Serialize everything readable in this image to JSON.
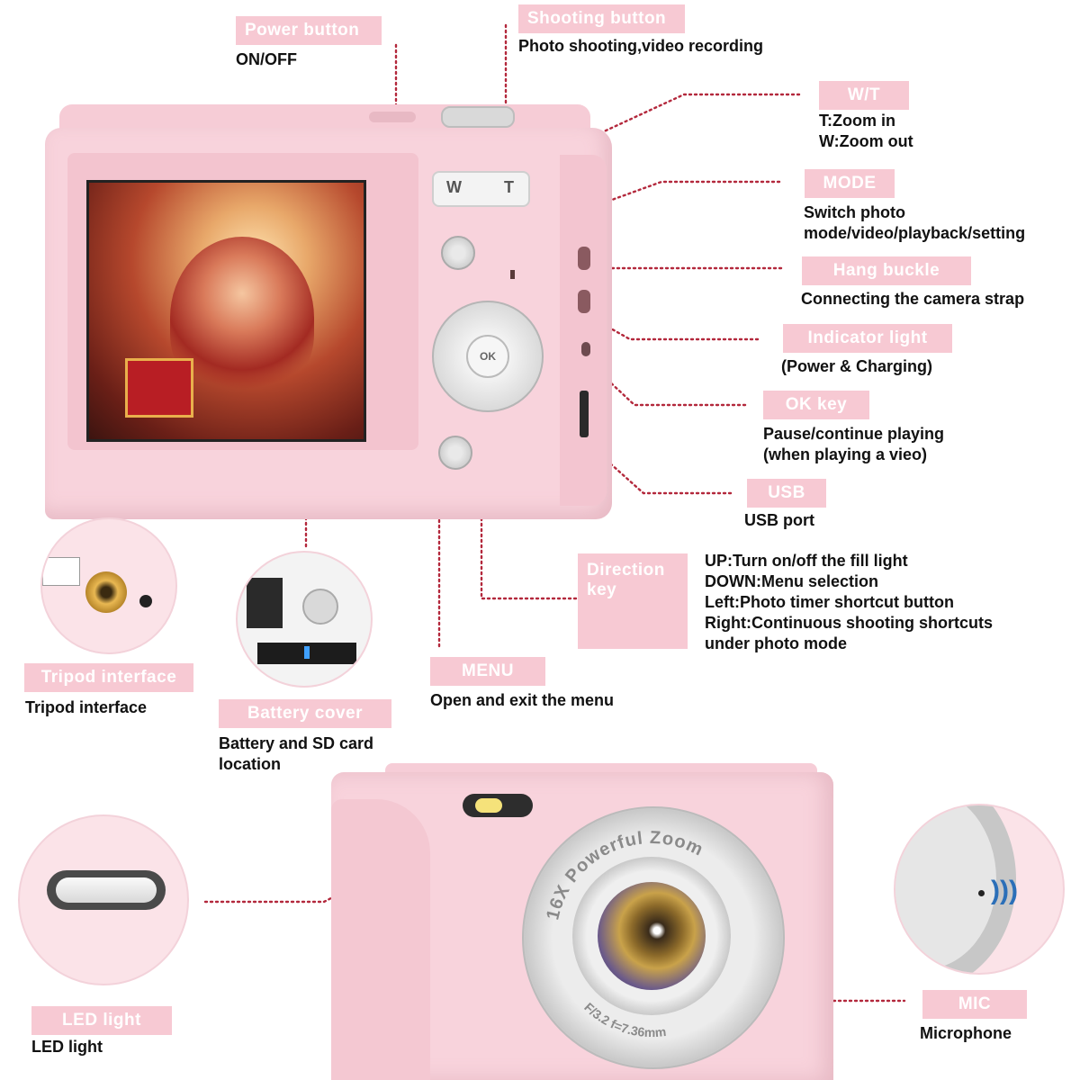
{
  "callouts": {
    "power": {
      "tag": "Power button",
      "desc": "ON/OFF"
    },
    "shooting": {
      "tag": "Shooting button",
      "desc": "Photo shooting,video recording"
    },
    "wt": {
      "tag": "W/T",
      "desc": "T:Zoom in\nW:Zoom out"
    },
    "mode": {
      "tag": "MODE",
      "desc": "Switch photo\nmode/video/playback/setting"
    },
    "hang": {
      "tag": "Hang buckle",
      "desc": "Connecting the camera strap"
    },
    "indicator": {
      "tag": "Indicator light",
      "desc": "(Power & Charging)"
    },
    "ok": {
      "tag": "OK key",
      "desc": "Pause/continue playing\n(when playing a vieo)"
    },
    "usb": {
      "tag": "USB",
      "desc": "USB port"
    },
    "direction": {
      "tag": "Direction\nkey",
      "desc": "UP:Turn on/off the fill light\nDOWN:Menu selection\nLeft:Photo timer shortcut button\nRight:Continuous shooting shortcuts\nunder photo mode"
    },
    "menu": {
      "tag": "MENU",
      "desc": "Open and exit the menu"
    },
    "tripod": {
      "tag": "Tripod interface",
      "desc": "Tripod interface"
    },
    "battery": {
      "tag": "Battery cover",
      "desc": "Battery and SD card\nlocation"
    },
    "led": {
      "tag": "LED light",
      "desc": "LED light"
    },
    "mic": {
      "tag": "MIC",
      "desc": "Microphone"
    }
  },
  "camera": {
    "zoom_w": "W",
    "zoom_t": "T",
    "ok_label": "OK",
    "lens_ring_text": "16X Powerful Zoom",
    "lens_spec": "F/3.2   f=7.36mm"
  },
  "colors": {
    "body_pink": "#f8d3dc",
    "tag_pink": "#f7c9d3",
    "line_red": "#b3283c"
  }
}
